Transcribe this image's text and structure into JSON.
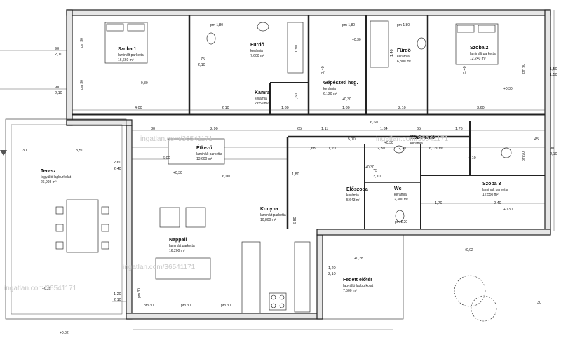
{
  "rooms": [
    {
      "name": "Szoba 1",
      "floor": "laminált parketta",
      "area": "16,660 m²"
    },
    {
      "name": "Fürdő",
      "floor": "kerámia",
      "area": "7,600 m²"
    },
    {
      "name": "Kamra",
      "floor": "kerámia",
      "area": "2,659 m²"
    },
    {
      "name": "Gépészeti hsg.",
      "floor": "kerámia",
      "area": "6,120 m²"
    },
    {
      "name": "Fürdő",
      "floor": "kerámia",
      "area": "6,800 m²"
    },
    {
      "name": "Szoba 2",
      "floor": "laminált parketta",
      "area": "12,240 m²"
    },
    {
      "name": "Étkező",
      "floor": "laminált parketta",
      "area": "13,600 m²"
    },
    {
      "name": "Közlekedő",
      "floor": "kerámia",
      "area": "6,120 m²"
    },
    {
      "name": "Terasz",
      "floor": "fagyálló lapburkolat",
      "area": "26,998 m²"
    },
    {
      "name": "Szoba 3",
      "floor": "laminált parketta",
      "area": "12,550 m²"
    },
    {
      "name": "Előszoba",
      "floor": "kerámia",
      "area": "5,643 m²"
    },
    {
      "name": "Wc",
      "floor": "kerámia",
      "area": "2,300 m²"
    },
    {
      "name": "Konyha",
      "floor": "laminált parketta",
      "area": "10,800 m²"
    },
    {
      "name": "Nappali",
      "floor": "laminált parketta",
      "area": "16,200 m²"
    },
    {
      "name": "Fedett előtér",
      "floor": "fagyálló lapburkolat",
      "area": "7,500 m²"
    }
  ],
  "levels": [
    "+0,30",
    "+0,30",
    "+0,30",
    "+0,30",
    "+0,30",
    "+0,30",
    "+0,30",
    "+0,30",
    "+0,28",
    "+0,28",
    "+0,02",
    "+0,02"
  ],
  "window_marks": [
    "pm 1,80",
    "pm 1,80",
    "pm 1,80",
    "pm 30",
    "pm 30",
    "pm 30",
    "pm 30",
    "pm 30",
    "pm 30",
    "pm 90",
    "pm 90",
    "pm 1,20"
  ],
  "dimensions": [
    "90",
    "2,10",
    "90",
    "2,10",
    "4,00",
    "2,10",
    "1,80",
    "3,40",
    "3,40",
    "1,80",
    "2,10",
    "3,60",
    "80",
    "2,90",
    "65",
    "1,11",
    "1,34",
    "65",
    "1,76",
    "3,50",
    "30",
    "45",
    "2,60",
    "2,40",
    "6,00",
    "6,00",
    "6,80",
    "4,10",
    "1,70",
    "2,40",
    "1,50",
    "1,50",
    "90",
    "2,10",
    "1,20",
    "1,20",
    "2,10",
    "2,10",
    "30",
    "75",
    "2,10",
    "75",
    "2,10",
    "1,90",
    "1,40",
    "1,60",
    "1,80",
    "6,60",
    "5,10",
    "2,30",
    "2,30",
    "1,68",
    "1,20"
  ],
  "watermarks": [
    "ingatlan.com/36541171",
    "ingatlan.com/36541171",
    "ingatlan.com/36541171",
    "ingatlan.com/36541171"
  ]
}
